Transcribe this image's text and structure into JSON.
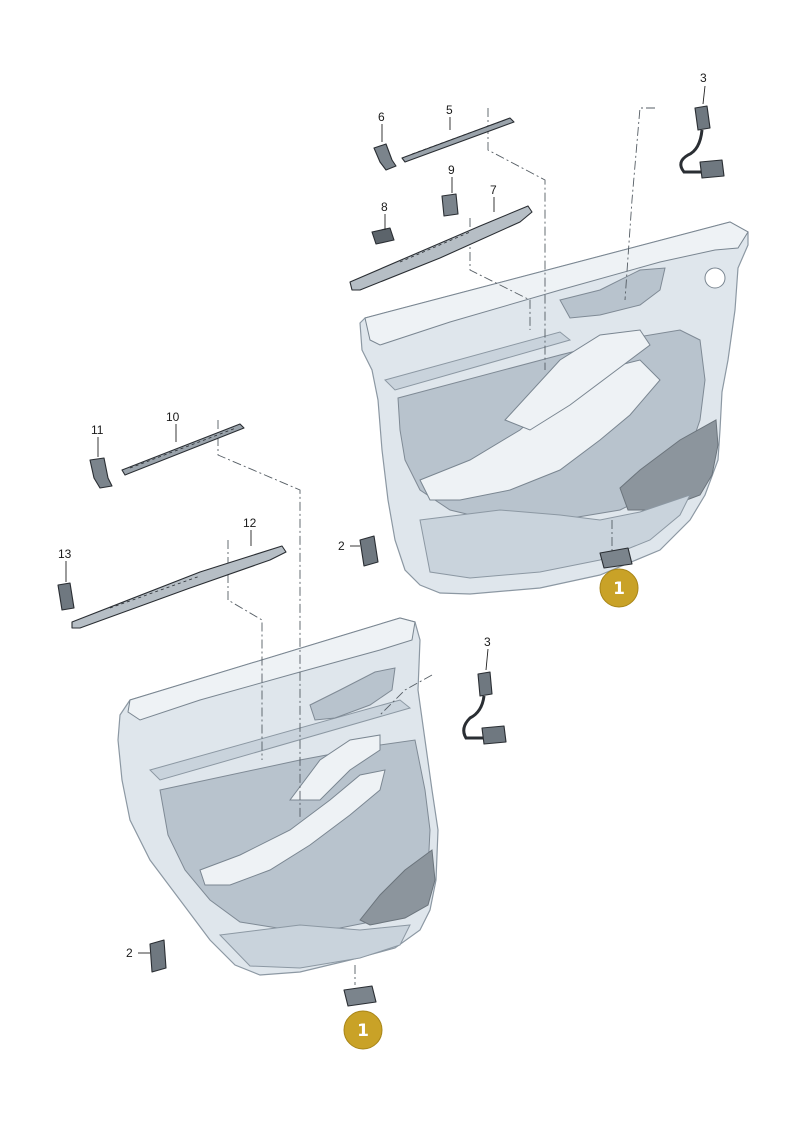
{
  "callouts": {
    "c1a": "1",
    "c1b": "1",
    "c2a": "2",
    "c2b": "2",
    "c3a": "3",
    "c3b": "3",
    "c5": "5",
    "c6": "6",
    "c7": "7",
    "c8": "8",
    "c9": "9",
    "c10": "10",
    "c11": "11",
    "c12": "12",
    "c13": "13"
  },
  "colors": {
    "badge": "#c9a227",
    "panel": "#dfe6ec",
    "outline": "#2a2e33"
  }
}
